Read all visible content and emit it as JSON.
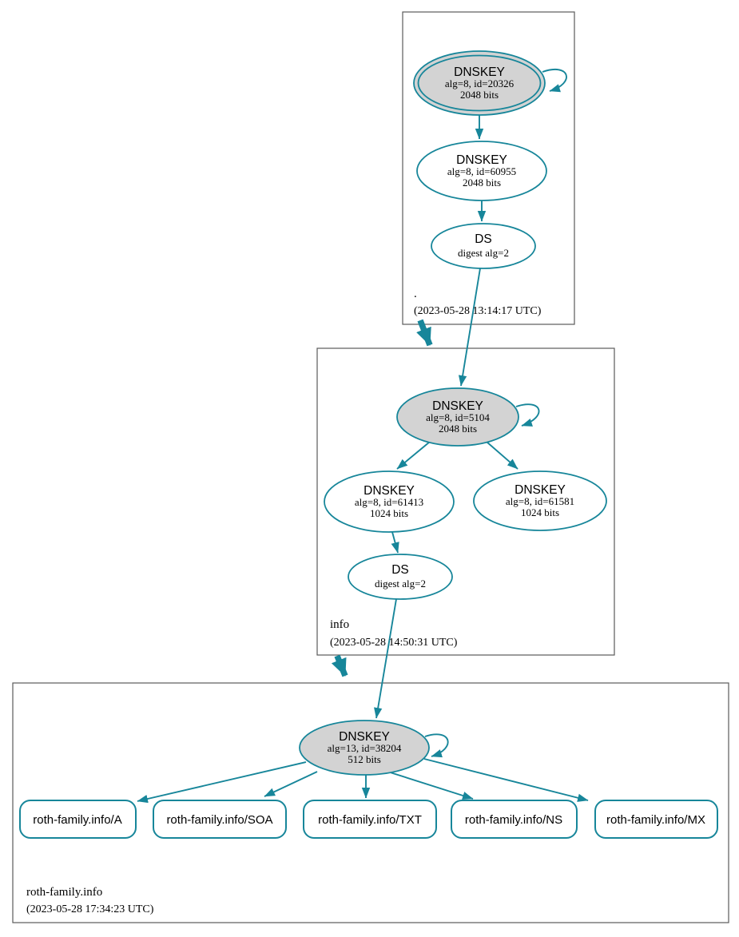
{
  "diagram": {
    "type": "dnssec-authentication-chain",
    "colors": {
      "edge": "#17869a",
      "ksk_node_fill": "#d3d3d3",
      "node_fill": "#ffffff",
      "zone_box_border": "#5a5a5a",
      "text": "#000000"
    }
  },
  "zones": [
    {
      "label": ".",
      "timestamp": "(2023-05-28 13:14:17 UTC)",
      "nodes": [
        {
          "title": "DNSKEY",
          "detail": "alg=8, id=20326",
          "bits": "2048 bits",
          "ksk": true
        },
        {
          "title": "DNSKEY",
          "detail": "alg=8, id=60955",
          "bits": "2048 bits",
          "ksk": false
        },
        {
          "title": "DS",
          "detail": "digest alg=2"
        }
      ]
    },
    {
      "label": "info",
      "timestamp": "(2023-05-28 14:50:31 UTC)",
      "nodes": [
        {
          "title": "DNSKEY",
          "detail": "alg=8, id=5104",
          "bits": "2048 bits",
          "ksk": true
        },
        {
          "title": "DNSKEY",
          "detail": "alg=8, id=61413",
          "bits": "1024 bits",
          "ksk": false
        },
        {
          "title": "DNSKEY",
          "detail": "alg=8, id=61581",
          "bits": "1024 bits",
          "ksk": false
        },
        {
          "title": "DS",
          "detail": "digest alg=2"
        }
      ]
    },
    {
      "label": "roth-family.info",
      "timestamp": "(2023-05-28 17:34:23 UTC)",
      "nodes": [
        {
          "title": "DNSKEY",
          "detail": "alg=13, id=38204",
          "bits": "512 bits",
          "ksk": true
        }
      ],
      "rrsets": [
        {
          "label": "roth-family.info/A"
        },
        {
          "label": "roth-family.info/SOA"
        },
        {
          "label": "roth-family.info/TXT"
        },
        {
          "label": "roth-family.info/NS"
        },
        {
          "label": "roth-family.info/MX"
        }
      ]
    }
  ]
}
